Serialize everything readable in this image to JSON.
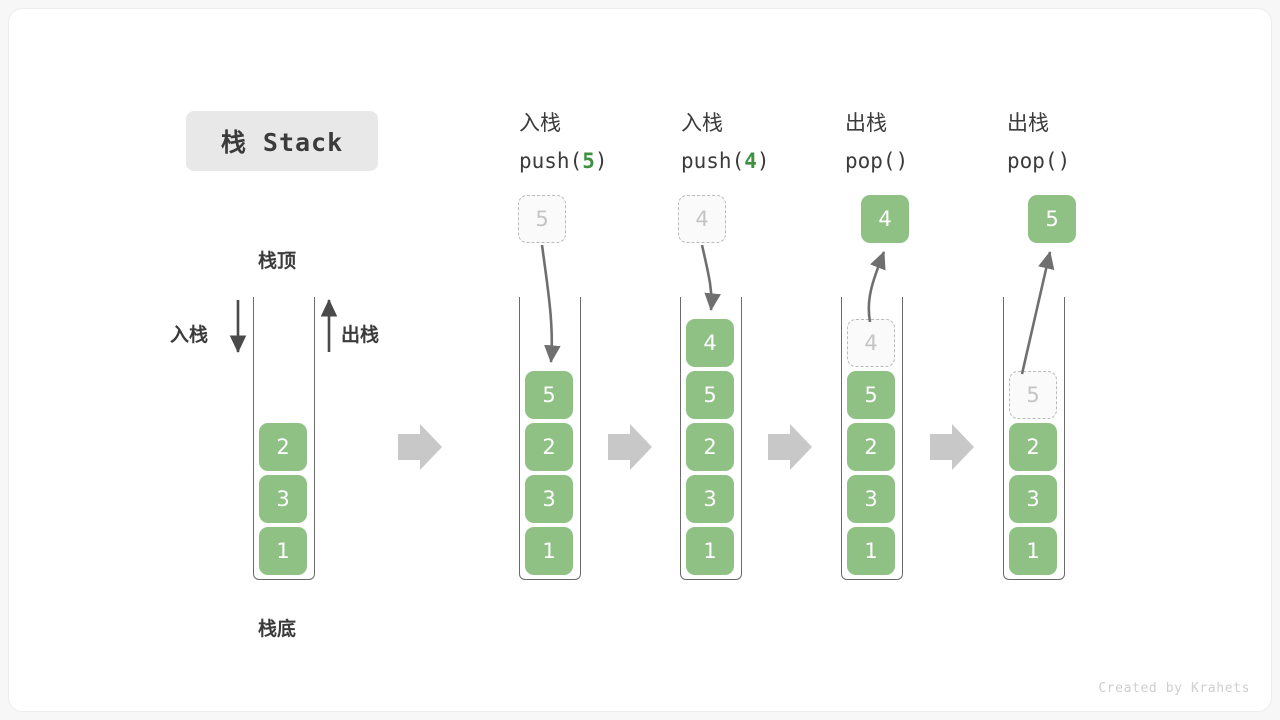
{
  "title": {
    "text": "栈 Stack"
  },
  "labels": {
    "top": "栈顶",
    "bottom": "栈底",
    "push": "入栈",
    "pop": "出栈"
  },
  "credit": "Created by Krahets",
  "colors": {
    "cell_fill": "#8ec183",
    "cell_text": "#ffffff",
    "ghost_fill": "#fafafa",
    "ghost_text": "#c4c4c4",
    "ghost_border": "#b9b9b9",
    "frame_stroke": "#6b6b6b",
    "step_arrow": "#c8c8c8",
    "label_text": "#3b3b3b",
    "arg_green": "#3f9142",
    "card_bg": "#ffffff",
    "page_bg": "#f7f7f7"
  },
  "steps": [
    {
      "id": "initial",
      "caption_cn": "",
      "caption_code": "",
      "caption_arg": "",
      "stack": [
        "2",
        "3",
        "1"
      ],
      "floating": null,
      "ghost_in_stack": null
    },
    {
      "id": "push-5",
      "caption_cn": "入栈",
      "caption_code_prefix": "push(",
      "caption_arg": "5",
      "caption_code_suffix": ")",
      "stack": [
        "5",
        "2",
        "3",
        "1"
      ],
      "floating": {
        "value": "5",
        "style": "ghost"
      },
      "ghost_in_stack": null
    },
    {
      "id": "push-4",
      "caption_cn": "入栈",
      "caption_code_prefix": "push(",
      "caption_arg": "4",
      "caption_code_suffix": ")",
      "stack": [
        "4",
        "5",
        "2",
        "3",
        "1"
      ],
      "floating": {
        "value": "4",
        "style": "ghost"
      },
      "ghost_in_stack": null
    },
    {
      "id": "pop-4",
      "caption_cn": "出栈",
      "caption_code_prefix": "pop(",
      "caption_arg": "",
      "caption_code_suffix": ")",
      "stack": [
        "5",
        "2",
        "3",
        "1"
      ],
      "floating": {
        "value": "4",
        "style": "filled"
      },
      "ghost_in_stack": {
        "value": "4"
      }
    },
    {
      "id": "pop-5",
      "caption_cn": "出栈",
      "caption_code_prefix": "pop(",
      "caption_arg": "",
      "caption_code_suffix": ")",
      "stack": [
        "2",
        "3",
        "1"
      ],
      "floating": {
        "value": "5",
        "style": "filled"
      },
      "ghost_in_stack": {
        "value": "5"
      }
    }
  ],
  "cells": {
    "s0": [
      "2",
      "3",
      "1"
    ],
    "s1": [
      "5",
      "2",
      "3",
      "1"
    ],
    "s2": [
      "4",
      "5",
      "2",
      "3",
      "1"
    ],
    "s3_ghost": "4",
    "s3": [
      "5",
      "2",
      "3",
      "1"
    ],
    "s4_ghost": "5",
    "s4": [
      "2",
      "3",
      "1"
    ]
  },
  "floating": {
    "f1": "5",
    "f2": "4",
    "f3": "4",
    "f4": "5"
  },
  "captions": {
    "c1_cn": "入栈",
    "c1_pre": "push(",
    "c1_arg": "5",
    "c1_post": ")",
    "c2_cn": "入栈",
    "c2_pre": "push(",
    "c2_arg": "4",
    "c2_post": ")",
    "c3_cn": "出栈",
    "c3_pre": "pop(",
    "c3_arg": "",
    "c3_post": ")",
    "c4_cn": "出栈",
    "c4_pre": "pop(",
    "c4_arg": "",
    "c4_post": ")"
  }
}
